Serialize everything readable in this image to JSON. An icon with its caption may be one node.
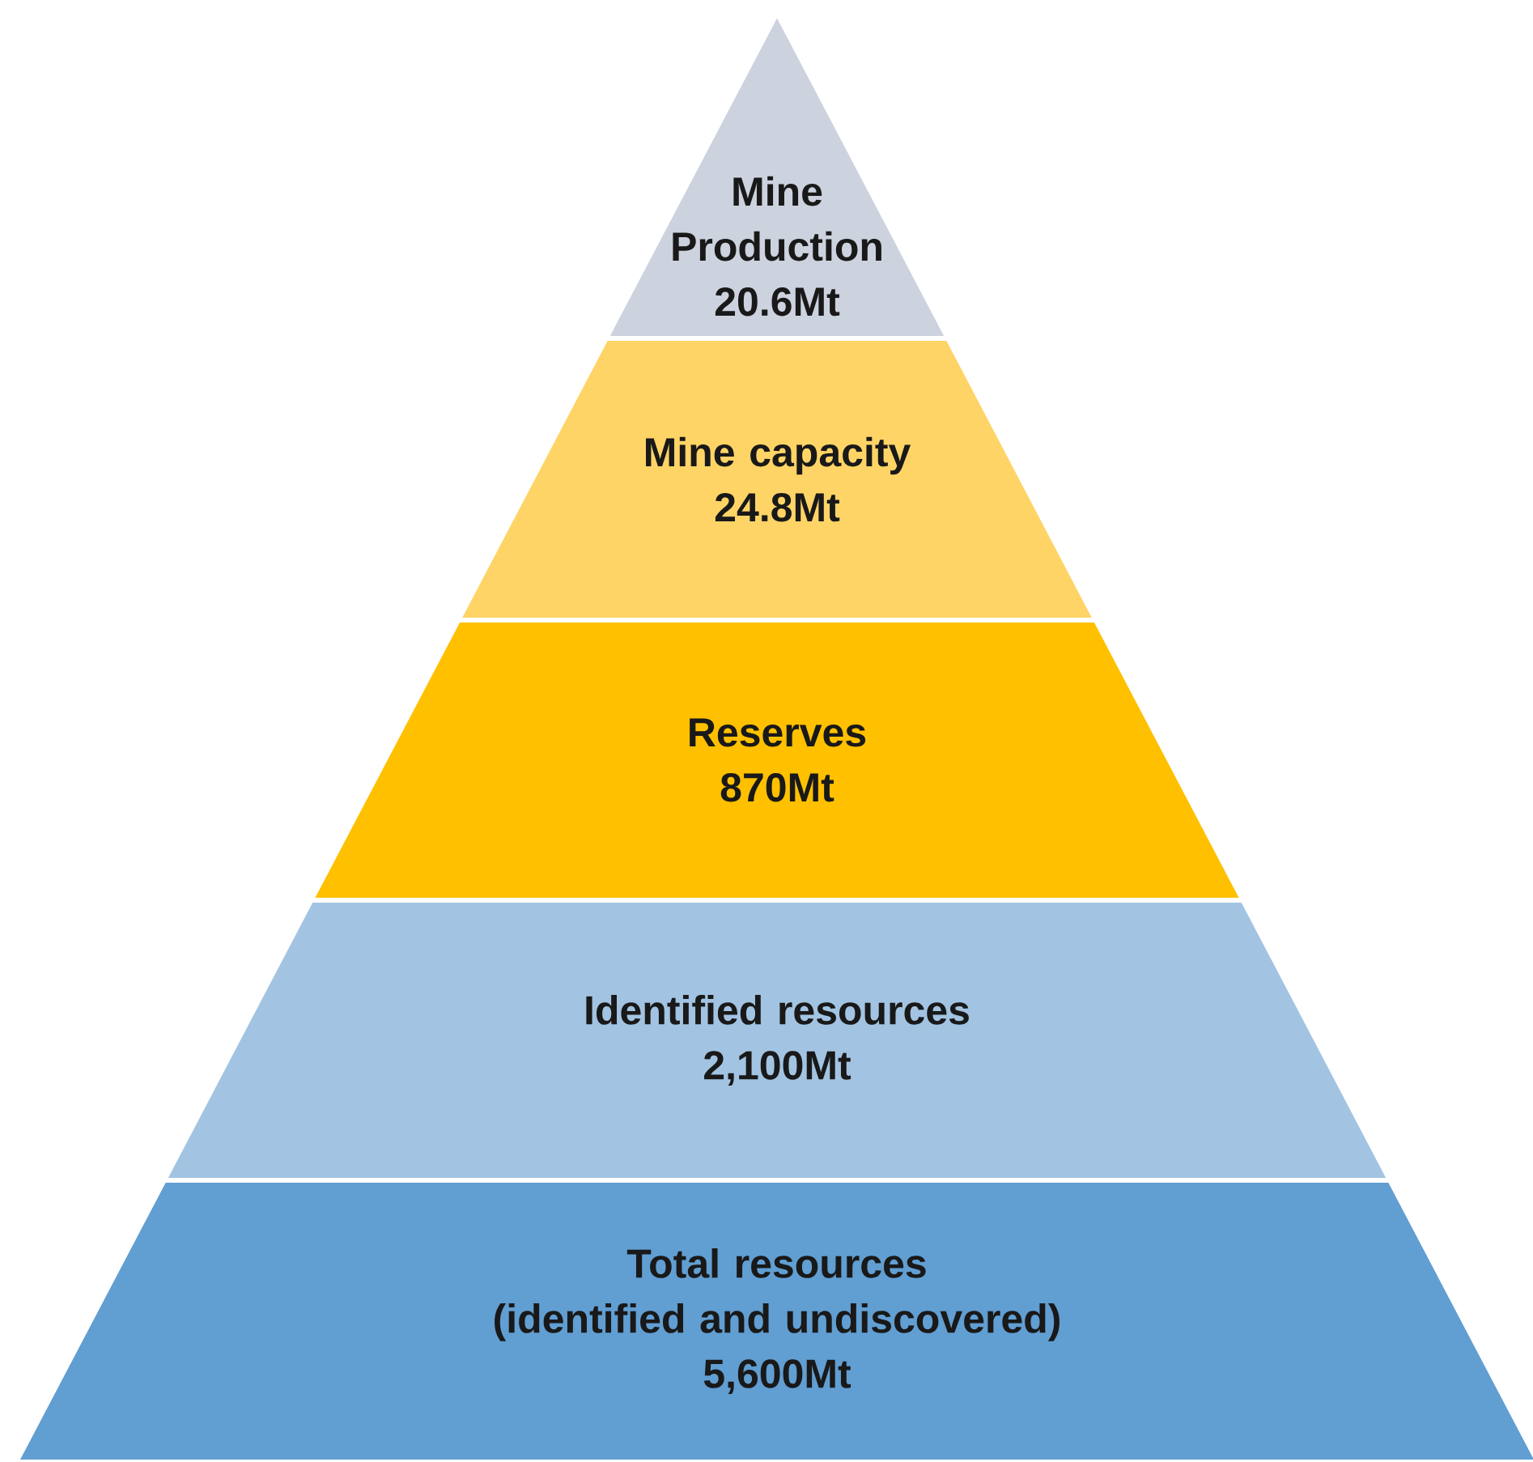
{
  "diagram": {
    "nodes": [
      {
        "text": [
          "Mine Production",
          "20.6Mt"
        ]
      },
      {
        "text": [
          "Mine capacity",
          "24.8Mt"
        ]
      },
      {
        "text": [
          "Reserves",
          "870Mt"
        ]
      },
      {
        "text": [
          "Identified resources",
          "2,100Mt"
        ]
      },
      {
        "text": [
          "Total resources",
          "(identified and undiscovered)",
          "5,600Mt"
        ]
      }
    ]
  }
}
